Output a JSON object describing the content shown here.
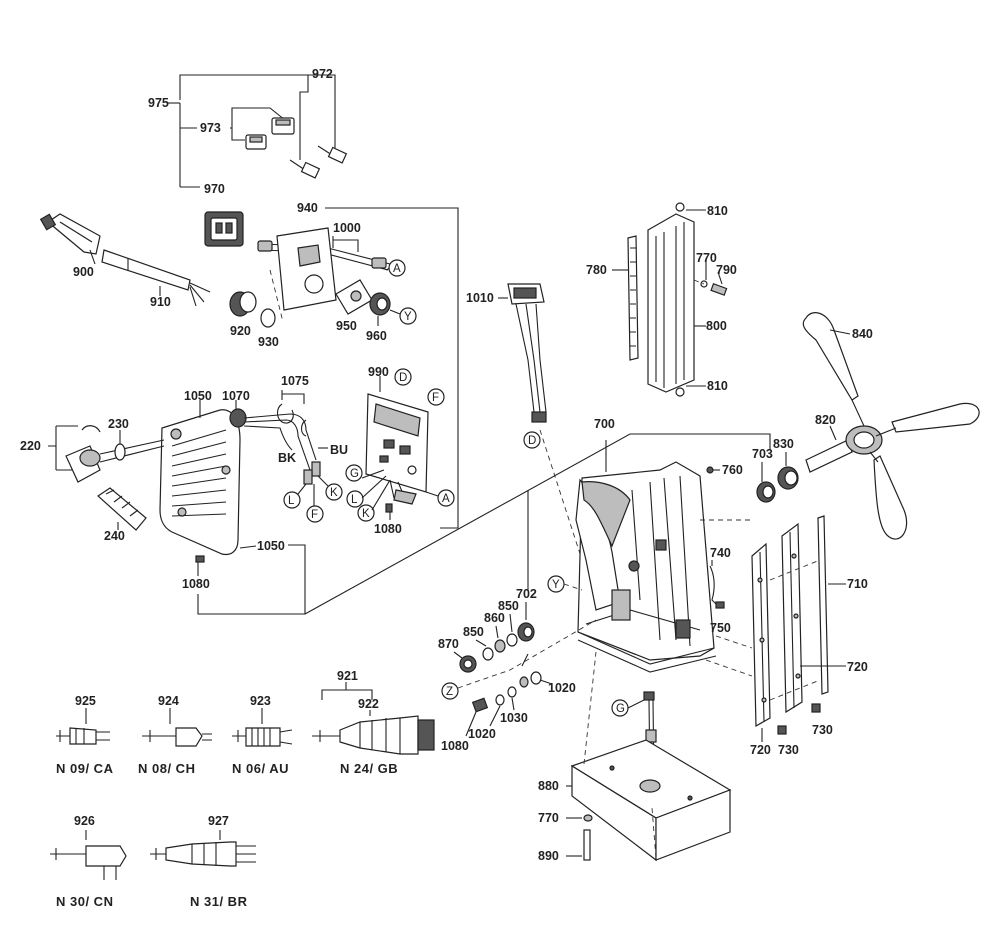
{
  "parts": {
    "p972": "972",
    "p975": "975",
    "p973": "973",
    "p970": "970",
    "p940": "940",
    "p1000": "1000",
    "p900": "900",
    "p910": "910",
    "p920": "920",
    "p930": "930",
    "p950": "950",
    "p960": "960",
    "p1010": "1010",
    "p780": "780",
    "p810a": "810",
    "p770a": "770",
    "p790": "790",
    "p800": "800",
    "p810b": "810",
    "p840": "840",
    "p990": "990",
    "p1050a": "1050",
    "p1070": "1070",
    "p1075": "1075",
    "p230": "230",
    "p220": "220",
    "p240": "240",
    "p1050b": "1050",
    "p1080a": "1080",
    "p1080b": "1080",
    "p700": "700",
    "p820": "820",
    "p703": "703",
    "p830": "830",
    "p760": "760",
    "p740": "740",
    "p750": "750",
    "p710": "710",
    "p720a": "720",
    "p720b": "720",
    "p730a": "730",
    "p730b": "730",
    "p702": "702",
    "p850a": "850",
    "p850b": "850",
    "p860": "860",
    "p870": "870",
    "p921": "921",
    "p922": "922",
    "p1020a": "1020",
    "p1020b": "1020",
    "p1030": "1030",
    "p1080c": "1080",
    "p880": "880",
    "p770b": "770",
    "p890": "890",
    "p925": "925",
    "p924": "924",
    "p923": "923",
    "p926": "926",
    "p927": "927"
  },
  "wires": {
    "bu": "BU",
    "bk": "BK"
  },
  "refs": {
    "A": "A",
    "Y": "Y",
    "D": "D",
    "F": "F",
    "G": "G",
    "K": "K",
    "L": "L",
    "Z": "Z"
  },
  "plugs": {
    "n09": "N 09/ CA",
    "n08": "N 08/ CH",
    "n06": "N 06/ AU",
    "n24": "N 24/ GB",
    "n30": "N 30/ CN",
    "n31": "N 31/ BR"
  }
}
